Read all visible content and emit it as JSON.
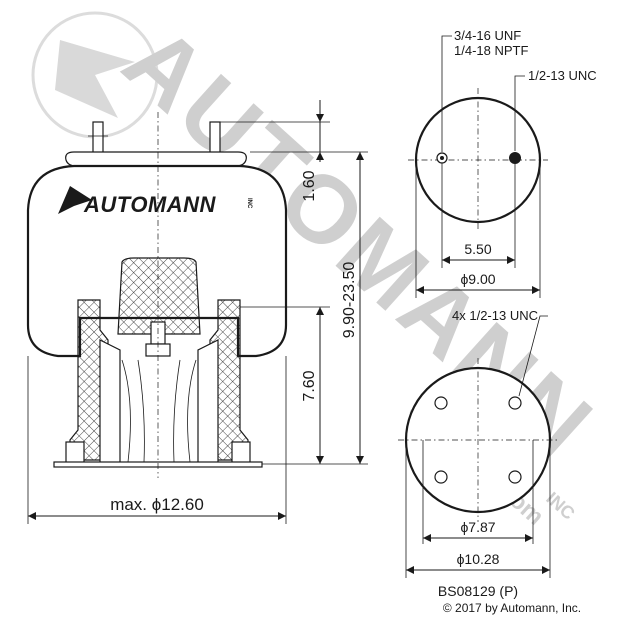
{
  "watermark": {
    "brand": "AUTOMANN",
    "suffix": "INC",
    "url": "automann.com"
  },
  "logo": {
    "text": "AUTOMANN",
    "suffix": "INC"
  },
  "dimensions": {
    "height_top": "1.60",
    "height_bottom": "7.60",
    "height_range": "9.90-23.50",
    "max_diameter": "max. ϕ12.60",
    "offset": "5.50",
    "top_diameter": "ϕ9.00",
    "bolt_circle": "ϕ7.87",
    "base_diameter": "ϕ10.28"
  },
  "callouts": {
    "air_fitting_line1": "3/4-16 UNF",
    "air_fitting_line2": "1/4-18 NPTF",
    "stud": "1/2-13 UNC",
    "base_bolts": "4x 1/2-13 UNC"
  },
  "footer": {
    "part_number": "BS08129 (P)",
    "copyright": "© 2017 by Automann, Inc."
  },
  "colors": {
    "ink": "#1a1a1a",
    "watermark": "#cfcfcf"
  }
}
